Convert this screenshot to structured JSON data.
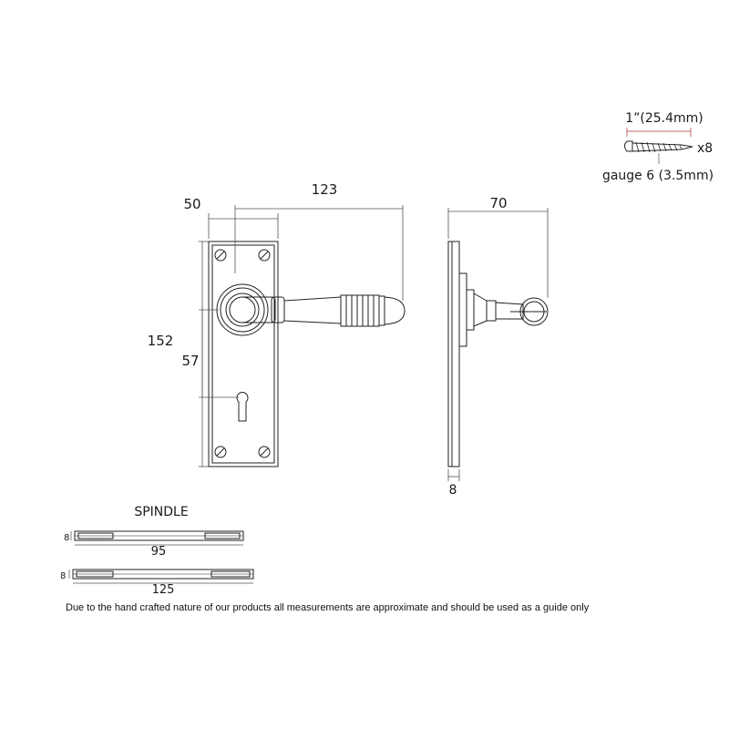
{
  "dimensions": {
    "front_width": "50",
    "projection": "123",
    "height": "152",
    "keyhole_centre": "57",
    "side_depth": "70",
    "plate_thickness": "8"
  },
  "screw": {
    "length": "1”(25.4mm)",
    "quantity": "x8",
    "gauge": "gauge 6 (3.5mm)"
  },
  "spindle": {
    "title": "SPINDLE",
    "short_size": "8",
    "short_length": "95",
    "long_size": "8",
    "long_length": "125"
  },
  "note": "Due to the hand crafted nature of our products all measurements are approximate and should be used as a guide only"
}
